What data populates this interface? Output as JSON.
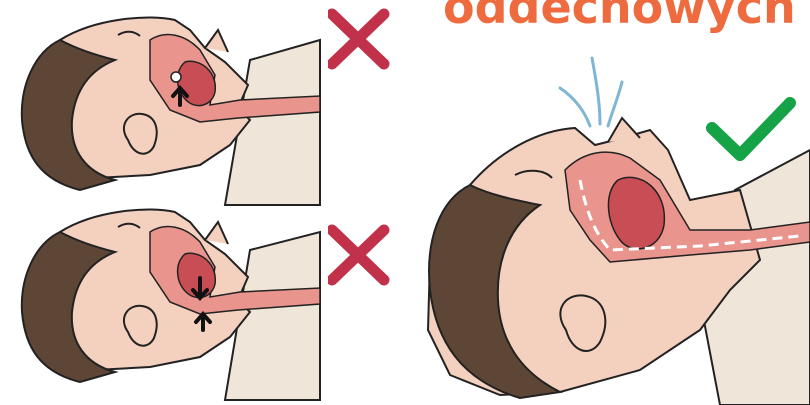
{
  "heading": {
    "text": "oddechowych"
  },
  "panels": [
    {
      "id": "top-left",
      "verdict": "wrong",
      "mark_icon": "cross-icon",
      "issue": "airway-blocked"
    },
    {
      "id": "bottom-left",
      "verdict": "wrong",
      "mark_icon": "cross-icon",
      "issue": "jaw-closed"
    },
    {
      "id": "right",
      "verdict": "correct",
      "mark_icon": "check-icon",
      "issue": "airway-open"
    }
  ],
  "colors": {
    "heading": "#ee6a3f",
    "cross": "#c2314a",
    "check": "#16a246",
    "skin": "#f4d0bf",
    "hair": "#5e4636",
    "collar": "#efe6d9",
    "airway": "#e9948c",
    "airway_dark": "#c94d55",
    "breath": "#7fb6d4"
  }
}
